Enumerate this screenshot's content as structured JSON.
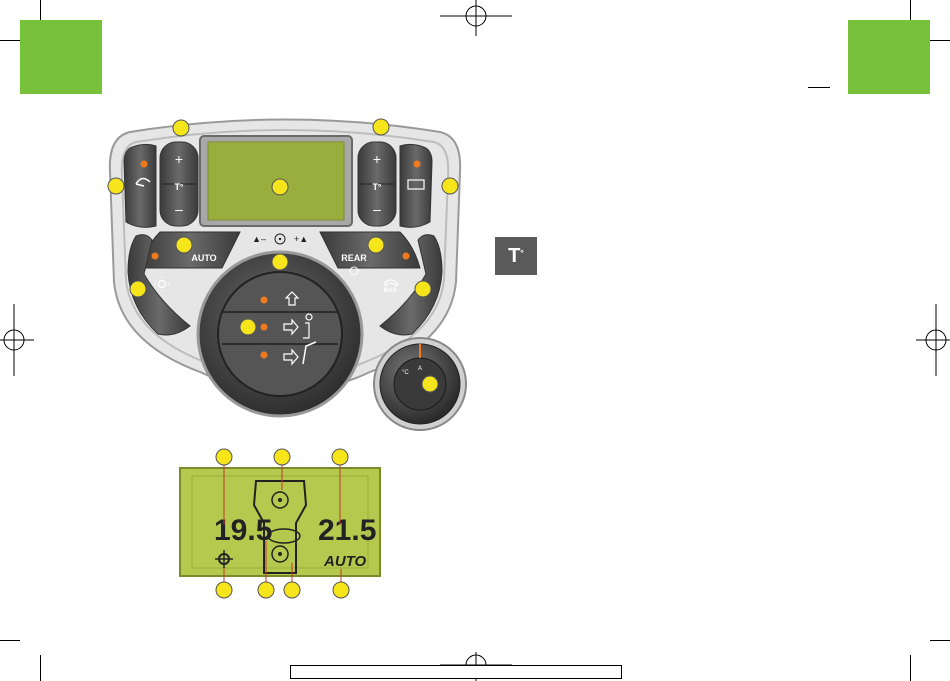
{
  "panel": {
    "auto_label": "AUTO",
    "rear_label": "REAR",
    "max_label": "MAX",
    "temp_left_label": "T°",
    "temp_right_label": "T°",
    "plus": "+",
    "minus": "–",
    "fan_minus": "▲–",
    "fan_plus": "+▲"
  },
  "knob": {
    "mark_left": "°C",
    "mark_mid": "A"
  },
  "lcd": {
    "left_temp": "19.5",
    "right_temp": "21.5",
    "auto_label": "AUTO"
  },
  "side_key": {
    "label": "T",
    "sup": "°"
  },
  "colors": {
    "tab_green": "#77c23a",
    "callout_yellow": "#f7e51b",
    "led_orange": "#f07a1d",
    "lcd_green": "#b4c94d"
  }
}
